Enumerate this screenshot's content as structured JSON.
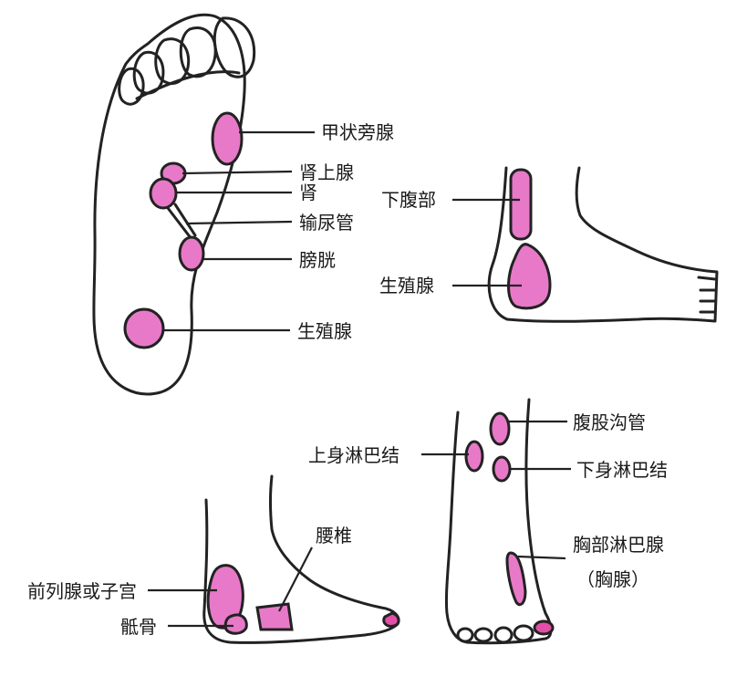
{
  "colors": {
    "skin": "#f2a8d8",
    "zone": "#e879c8",
    "outline": "#222222",
    "toenail": "#e14fa8"
  },
  "sole": {
    "labels": {
      "parathyroid": "甲状旁腺",
      "adrenal": "肾上腺",
      "kidney": "肾",
      "ureter": "输尿管",
      "bladder": "膀胱",
      "reproductive": "生殖腺"
    }
  },
  "outer_side": {
    "labels": {
      "lower_abdomen": "下腹部",
      "reproductive": "生殖腺"
    }
  },
  "inner_side": {
    "labels": {
      "lumbar": "腰椎",
      "prostate_uterus": "前列腺或子宫",
      "coccyx": "骶骨"
    }
  },
  "top_view": {
    "labels": {
      "groin": "腹股沟管",
      "upper_lymph": "上身淋巴结",
      "lower_lymph": "下身淋巴结",
      "chest_lymph": "胸部淋巴腺",
      "chest_gland": "（胸腺）"
    }
  }
}
